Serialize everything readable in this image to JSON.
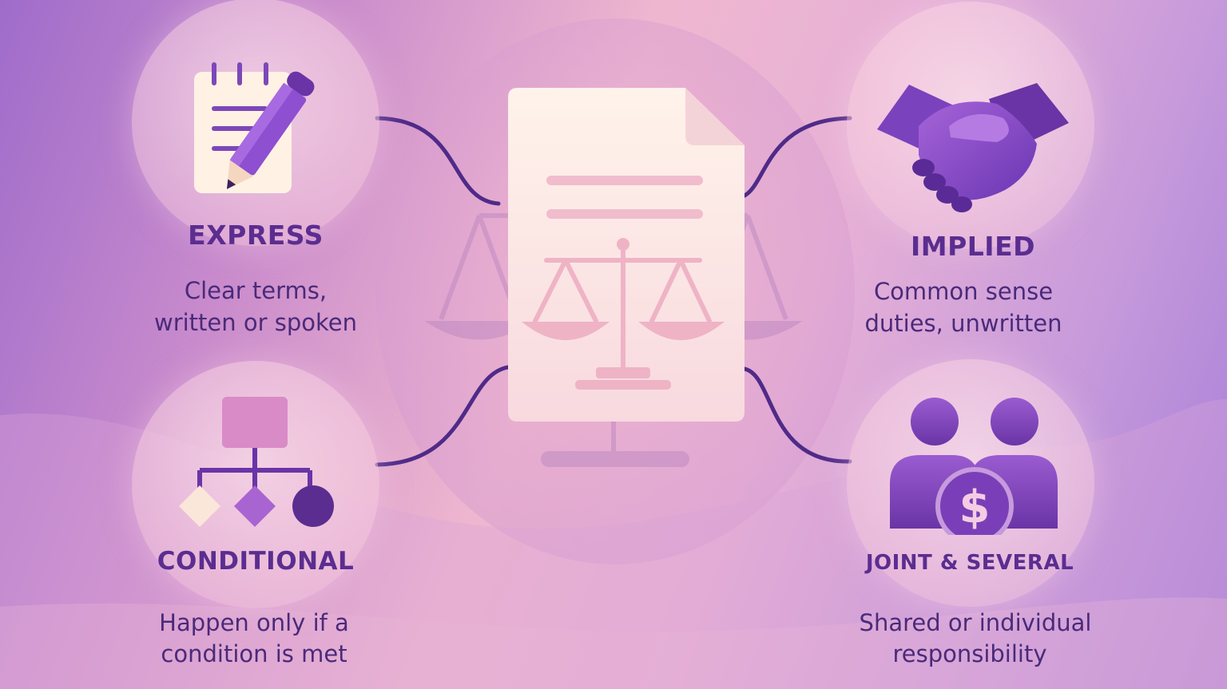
{
  "colors": {
    "accent_dark": "#5b2d90",
    "accent_mid": "#8a55c8",
    "connector": "#4f2a88",
    "paper": "#fff1e8"
  },
  "center": {
    "icons": [
      "document-icon",
      "scales-of-justice-icon"
    ]
  },
  "items": [
    {
      "id": "express",
      "title": "EXPRESS",
      "desc_line1": "Clear terms,",
      "desc_line2": "written or spoken",
      "icon": "notepad-pencil-icon"
    },
    {
      "id": "implied",
      "title": "IMPLIED",
      "desc_line1": "Common sense",
      "desc_line2": "duties, unwritten",
      "icon": "handshake-icon"
    },
    {
      "id": "conditional",
      "title": "CONDITIONAL",
      "desc_line1": "Happen only if a",
      "desc_line2": "condition is met",
      "icon": "flowchart-icon"
    },
    {
      "id": "joint",
      "title": "JOINT & SEVERAL",
      "desc_line1": "Shared or individual",
      "desc_line2": "responsibility",
      "icon": "people-dollar-icon"
    }
  ]
}
